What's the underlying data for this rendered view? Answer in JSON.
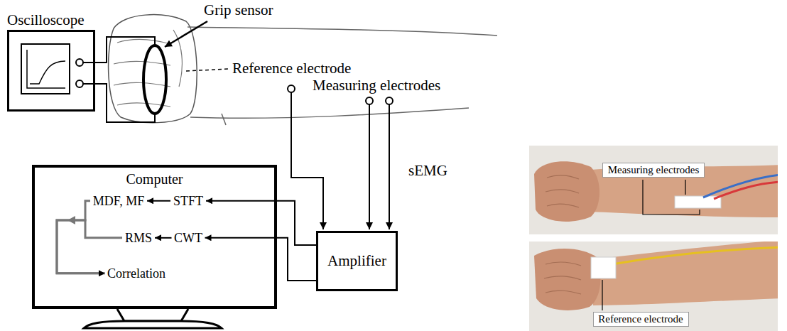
{
  "diagram": {
    "nodes": [
      {
        "text": [
          "Oscilloscope"
        ]
      },
      {
        "text": [
          "Computer"
        ]
      },
      {
        "text": [
          "MDF, MF"
        ],
        "in": 1
      },
      {
        "text": [
          "STFT"
        ],
        "in": 1
      },
      {
        "text": [
          "RMS"
        ],
        "in": 1
      },
      {
        "text": [
          "CWT"
        ],
        "in": 1
      },
      {
        "text": [
          "Correlation"
        ],
        "in": 1
      },
      {
        "text": [
          "Amplifier"
        ]
      },
      {
        "text": [
          "Measuring electrodes"
        ]
      },
      {
        "text": [
          "Reference electrode"
        ]
      }
    ],
    "edges": [
      {
        "from": 7,
        "to": 3,
        "arrow": "to"
      },
      {
        "from": 7,
        "to": 5,
        "arrow": "to"
      },
      {
        "from": 3,
        "to": 2,
        "arrow": "to"
      },
      {
        "from": 5,
        "to": 4,
        "arrow": "to"
      },
      {
        "from": 2,
        "to": 6,
        "arrow": "to"
      },
      {
        "from": 4,
        "to": 6,
        "arrow": "to"
      }
    ],
    "labels": [
      "Grip sensor",
      "Reference electrode",
      "Measuring electrodes",
      "sEMG"
    ]
  }
}
